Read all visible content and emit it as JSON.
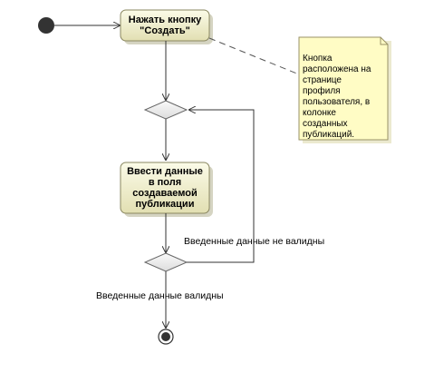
{
  "activities": {
    "press_create": "Нажать кнопку\n\"Создать\"",
    "enter_data": "Ввести данные\nв поля\nсоздаваемой\nпубликации"
  },
  "note": "Кнопка\nрасположена на\nстранице\nпрофиля\nпользователя, в\nколонке\nсозданных\nпубликаций.",
  "guards": {
    "invalid": "Введенные данные не валидны",
    "valid": "Введенные данные валидны"
  },
  "colors": {
    "activity_fill_top": "#fbfbe8",
    "activity_fill_bottom": "#e2dfb2",
    "note_fill": "#fffcc5",
    "decision_fill": "#eeeeee",
    "line": "#333333"
  }
}
